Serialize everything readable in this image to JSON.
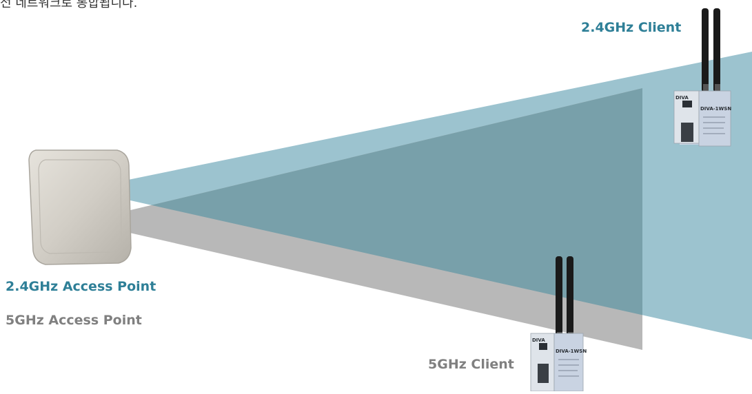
{
  "top_caption": "전 네트워크로 통합됩니다.",
  "labels": {
    "ap_24ghz": "2.4GHz Access Point",
    "ap_5ghz": "5GHz Access Point",
    "client_24ghz": "2.4GHz Client",
    "client_5ghz": "5GHz Client"
  },
  "device_text": {
    "brand": "DIVA",
    "model": "DIVA-1WSN"
  },
  "colors": {
    "band_24ghz": "#2e7f97",
    "band_5ghz": "#808080",
    "beam_24ghz": "#9cc3cf",
    "beam_5ghz": "#b8b8b8",
    "beam_overlap": "#78a0aa"
  }
}
